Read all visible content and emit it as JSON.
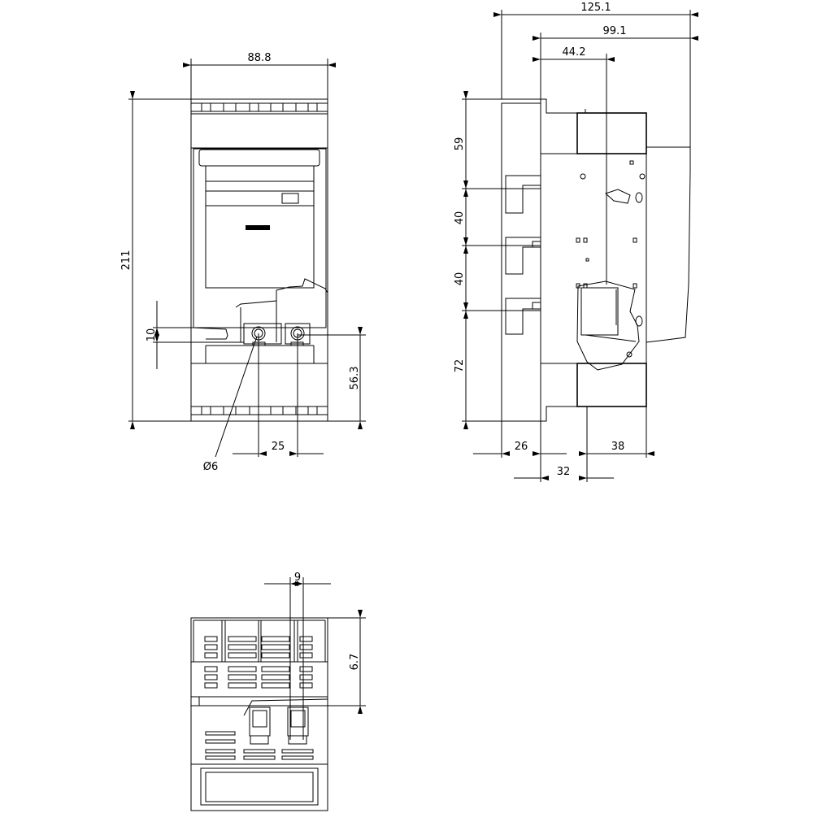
{
  "front_view": {
    "dims": {
      "width": "88.8",
      "height": "211",
      "terminal_height": "10",
      "terminal_offset": "56.3",
      "terminal_pitch": "25",
      "hole_diameter": "Ø6"
    }
  },
  "side_view": {
    "dims": {
      "overall_depth": "125.1",
      "body_depth": "99.1",
      "axis_depth": "44.2",
      "top_to_first": "59",
      "pitch_1": "40",
      "pitch_2": "40",
      "bottom": "72",
      "flange": "26",
      "rail_offset": "32",
      "rail_to_front": "38"
    }
  },
  "bottom_view": {
    "dims": {
      "slot_pitch": "9",
      "slot_depth": "6.7"
    }
  },
  "colors": {
    "line": "#000000",
    "background": "#ffffff"
  }
}
